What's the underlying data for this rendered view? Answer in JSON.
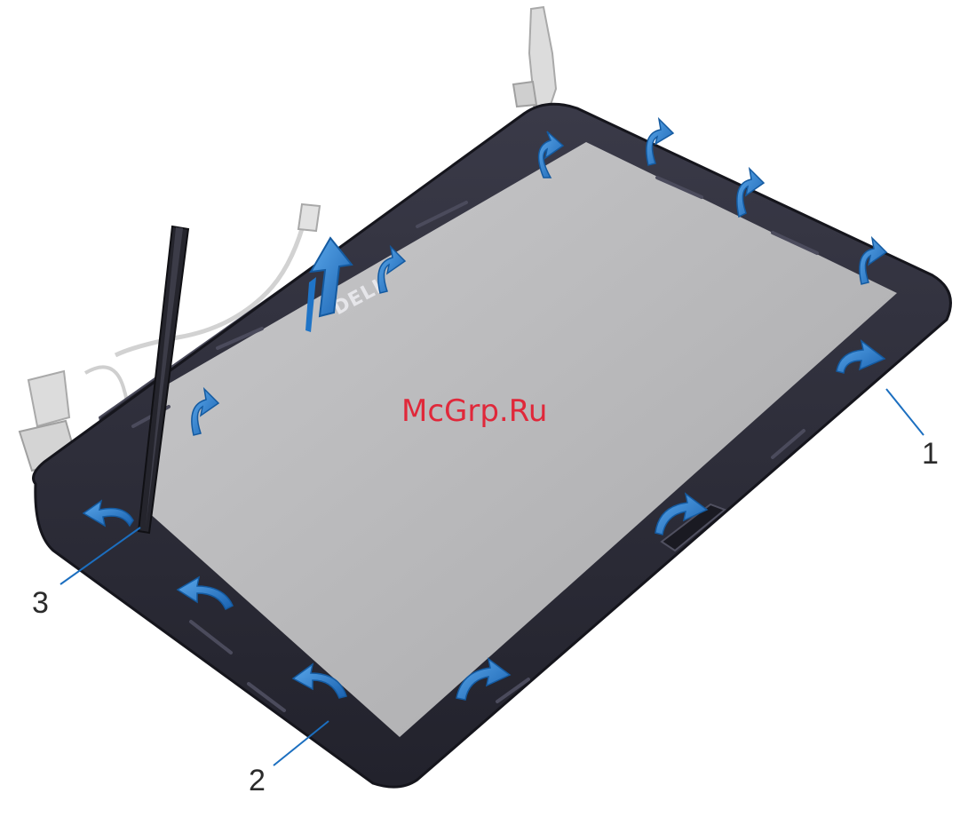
{
  "diagram": {
    "watermark": "McGrp.Ru",
    "logo_text": "DELL",
    "callouts": [
      {
        "label": "1"
      },
      {
        "label": "2"
      },
      {
        "label": "3"
      }
    ],
    "colors": {
      "bezel": "#2b2b38",
      "bezel_edge": "#3d3d4c",
      "screen": "#b9b9bb",
      "arrow": "#1f74c7",
      "arrow_highlight": "#5aa7ea",
      "hinge": "#d8d8d8",
      "callout_line": "#1c6fc0",
      "watermark": "#e0283a"
    },
    "icons": [
      "release-arrow-icon",
      "lift-arrow-icon",
      "plastic-scribe-icon",
      "hinge-icon"
    ]
  }
}
